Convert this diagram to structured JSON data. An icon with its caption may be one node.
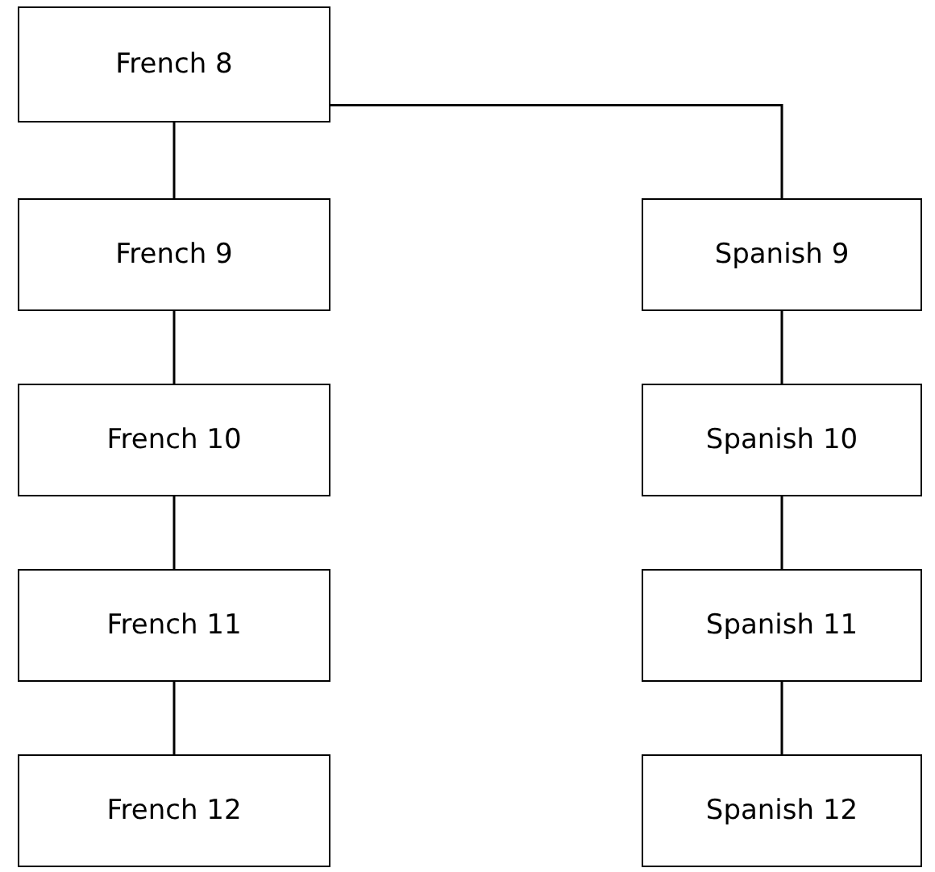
{
  "diagram": {
    "nodes": [
      {
        "text": [
          "French 8"
        ]
      },
      {
        "text": [
          "French 9"
        ]
      },
      {
        "text": [
          "Spanish 9"
        ]
      },
      {
        "text": [
          "French 10"
        ]
      },
      {
        "text": [
          "Spanish 10"
        ]
      },
      {
        "text": [
          "French 11"
        ]
      },
      {
        "text": [
          "Spanish 11"
        ]
      },
      {
        "text": [
          "French 12"
        ]
      },
      {
        "text": [
          "Spanish 12"
        ]
      }
    ],
    "edges": [
      {
        "from": 0,
        "to": 1,
        "arrow": "none"
      },
      {
        "from": 0,
        "to": 2,
        "arrow": "none"
      },
      {
        "from": 1,
        "to": 3,
        "arrow": "none"
      },
      {
        "from": 2,
        "to": 4,
        "arrow": "none"
      },
      {
        "from": 3,
        "to": 5,
        "arrow": "none"
      },
      {
        "from": 4,
        "to": 6,
        "arrow": "none"
      },
      {
        "from": 5,
        "to": 7,
        "arrow": "none"
      },
      {
        "from": 6,
        "to": 8,
        "arrow": "none"
      }
    ]
  }
}
